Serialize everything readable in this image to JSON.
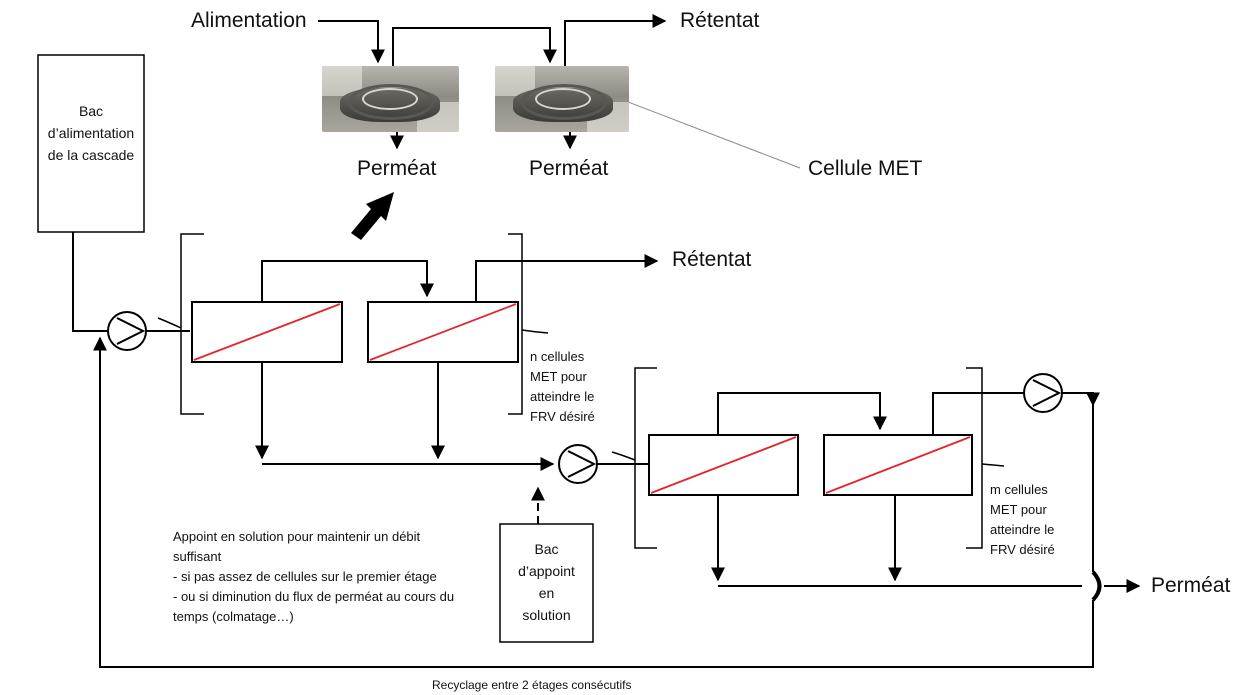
{
  "top": {
    "alimentation": "Alimentation",
    "retentat": "Rétentat",
    "permeat_1": "Perméat",
    "permeat_2": "Perméat",
    "cellule_met": "Cellule MET"
  },
  "feed_tank": {
    "line1": "Bac",
    "line2": "d’alimentation",
    "line3": "de la cascade"
  },
  "stage1": {
    "retentat": "Rétentat",
    "note_line1": "n cellules",
    "note_line2": "MET pour",
    "note_line3": "atteindre le",
    "note_line4": "FRV désiré"
  },
  "stage2": {
    "note_line1": "m cellules",
    "note_line2": "MET pour",
    "note_line3": "atteindre le",
    "note_line4": "FRV désiré",
    "permeat": "Perméat"
  },
  "makeup_tank": {
    "line1": "Bac",
    "line2": "d’appoint",
    "line3": "en",
    "line4": "solution"
  },
  "makeup_note": {
    "line1": "Appoint en solution pour maintenir un débit",
    "line2": "suffisant",
    "line3": "- si pas assez de cellules sur le premier étage",
    "line4": "- ou si diminution du flux de perméat au cours du",
    "line5": "temps (colmatage…)"
  },
  "recycle_label": "Recyclage entre 2 étages consécutifs",
  "colors": {
    "line": "#000000",
    "membrane": "#e0262b"
  },
  "icons": [
    "pump-icon",
    "membrane-cell-icon",
    "arrow-icon",
    "cell-photo"
  ]
}
